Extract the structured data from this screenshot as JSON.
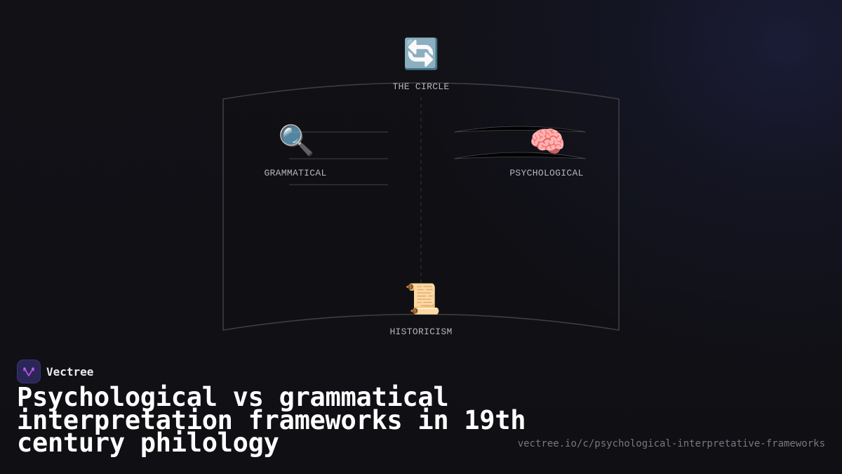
{
  "diagram": {
    "nodes": [
      {
        "id": "circle",
        "label": "THE CIRCLE",
        "icon": "🔄",
        "icon_name": "counterclockwise-arrows-icon"
      },
      {
        "id": "grammatical",
        "label": "GRAMMATICAL",
        "icon": "🔍",
        "icon_name": "magnifying-glass-icon"
      },
      {
        "id": "psychological",
        "label": "PSYCHOLOGICAL",
        "icon": "🧠",
        "icon_name": "brain-icon"
      },
      {
        "id": "historicism",
        "label": "HISTORICISM",
        "icon": "📜",
        "icon_name": "scroll-icon"
      }
    ],
    "colors": {
      "frame_stroke": "#3d3d42",
      "divider_stroke": "#2e2e34",
      "label": "#b5b5ba"
    }
  },
  "brand": {
    "name": "Vectree",
    "logo_color": "#b14fe0"
  },
  "title": "Psychological vs grammatical interpretation frameworks in 19th century philology",
  "url": "vectree.io/c/psychological-interpretative-frameworks"
}
